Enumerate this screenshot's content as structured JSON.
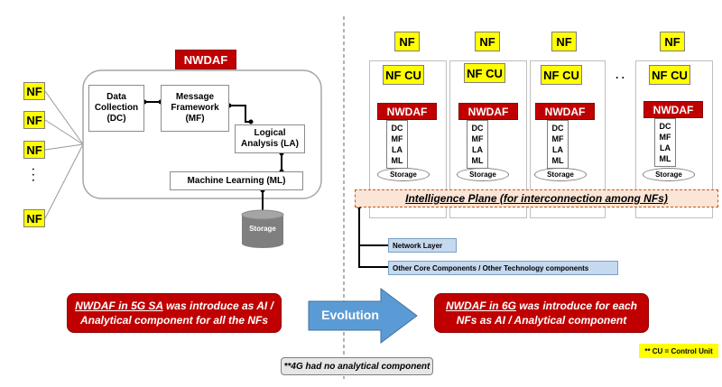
{
  "left": {
    "nwdaf_title": "NWDAF",
    "nf_labels": [
      "NF",
      "NF",
      "NF",
      "NF"
    ],
    "ellipsis": ". . .",
    "dc_lines": [
      "Data",
      "Collection",
      "(DC)"
    ],
    "mf_lines": [
      "Message",
      "Framework",
      "(MF)"
    ],
    "la_lines": [
      "Logical",
      "Analysis (LA)"
    ],
    "ml_label": "Machine Learning (ML)",
    "storage_label": "Storage"
  },
  "right": {
    "columns": [
      {
        "nf": "NF",
        "nfcu": "NF CU",
        "nwdaf": "NWDAF",
        "inner": [
          "DC",
          "MF",
          "LA",
          "ML"
        ],
        "storage": "Storage"
      },
      {
        "nf": "NF",
        "nfcu": "NF CU",
        "nwdaf": "NWDAF",
        "inner": [
          "DC",
          "MF",
          "LA",
          "ML"
        ],
        "storage": "Storage"
      },
      {
        "nf": "NF",
        "nfcu": "NF CU",
        "nwdaf": "NWDAF",
        "inner": [
          "DC",
          "MF",
          "LA",
          "ML"
        ],
        "storage": "Storage"
      },
      {
        "nf": "NF",
        "nfcu": "NF CU",
        "nwdaf": "NWDAF",
        "inner": [
          "DC",
          "MF",
          "LA",
          "ML"
        ],
        "storage": "Storage"
      }
    ],
    "dots": ". .",
    "intelligence_plane": "Intelligence Plane (for interconnection among NFs)",
    "network_layer": "Network Layer",
    "other_core": "Other Core Components / Other Technology components"
  },
  "bottom": {
    "left_msg_part1": "NWDAF in 5G SA",
    "left_msg_part2": " was introduce as AI /",
    "left_msg_line2": "Analytical component for all the NFs",
    "evolution": "Evolution",
    "right_msg_part1": "NWDAF in 6G",
    "right_msg_part2": " was introduce for each",
    "right_msg_line2": "NFs as AI / Analytical component",
    "cu_note": "** CU = Control Unit",
    "footnote": "**4G had no analytical component"
  },
  "colors": {
    "nf_yellow": "#ffff00",
    "nwdaf_red": "#c00000",
    "evolution_blue": "#5b9bd5",
    "plane_orange": "#fbe5d6",
    "layer_blue": "#c5d9ef"
  }
}
